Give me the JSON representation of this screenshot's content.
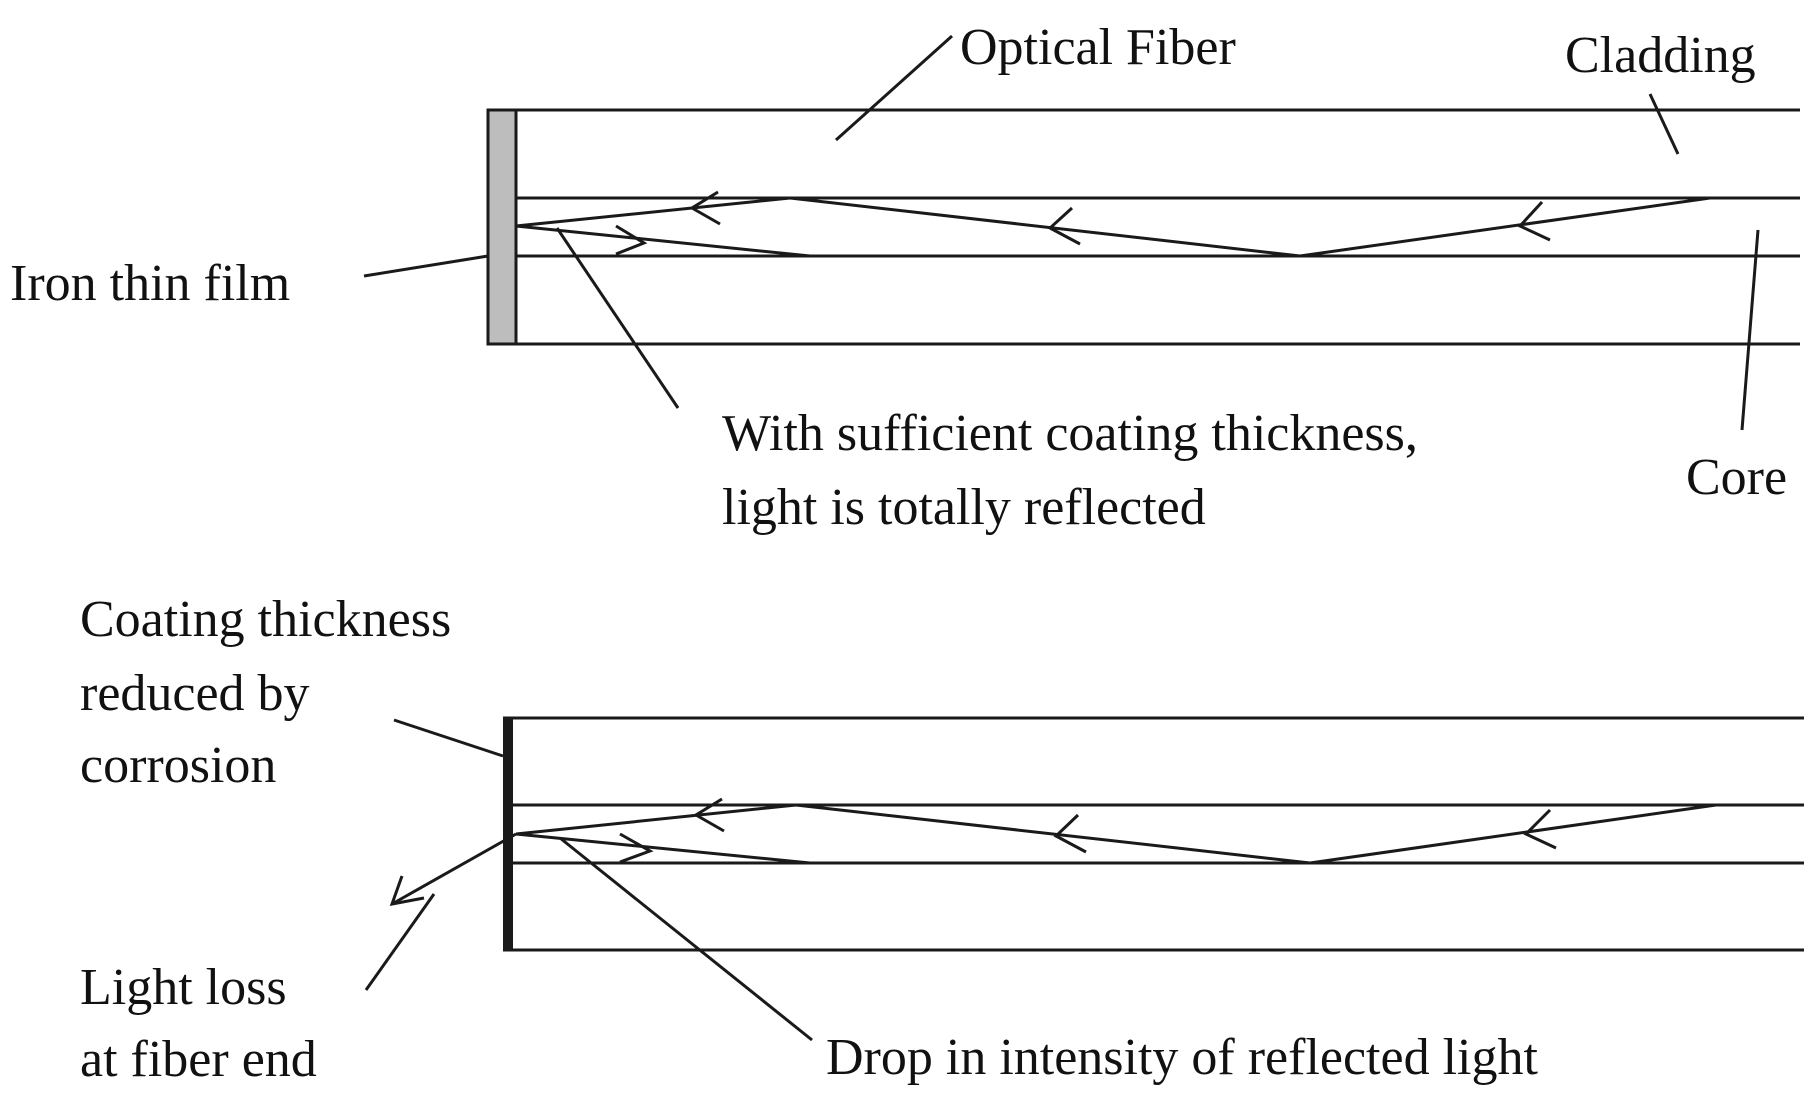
{
  "top_panel": {
    "labels": {
      "optical_fiber": "Optical Fiber",
      "cladding": "Cladding",
      "iron_thin_film": "Iron thin film",
      "core": "Core",
      "reflection_line1": "With sufficient coating thickness,",
      "reflection_line2": "light is totally reflected"
    },
    "film_color": "#bdbdbd"
  },
  "bottom_panel": {
    "labels": {
      "coating_line1": "Coating thickness",
      "coating_line2": "reduced by",
      "coating_line3": "corrosion",
      "loss_line1": "Light loss",
      "loss_line2": "at fiber end",
      "drop": "Drop in intensity of reflected light"
    },
    "film_color": "#1a1a1a"
  },
  "colors": {
    "line": "#1a1a1a",
    "background": "#ffffff"
  }
}
